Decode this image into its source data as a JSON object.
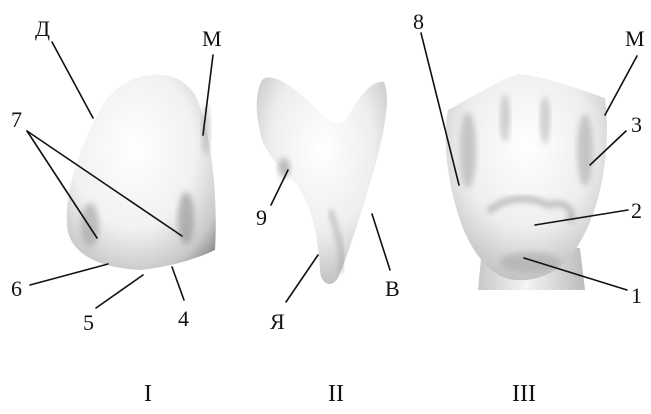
{
  "figures": [
    {
      "numeral": "I",
      "labels": {
        "D": "Д",
        "M": "М",
        "n7": "7",
        "n6": "6",
        "n5": "5",
        "n4": "4"
      }
    },
    {
      "numeral": "II",
      "labels": {
        "n9": "9",
        "Ya": "Я",
        "V": "В"
      }
    },
    {
      "numeral": "III",
      "labels": {
        "n8": "8",
        "M": "М",
        "n3": "3",
        "n2": "2",
        "n1": "1"
      }
    }
  ]
}
